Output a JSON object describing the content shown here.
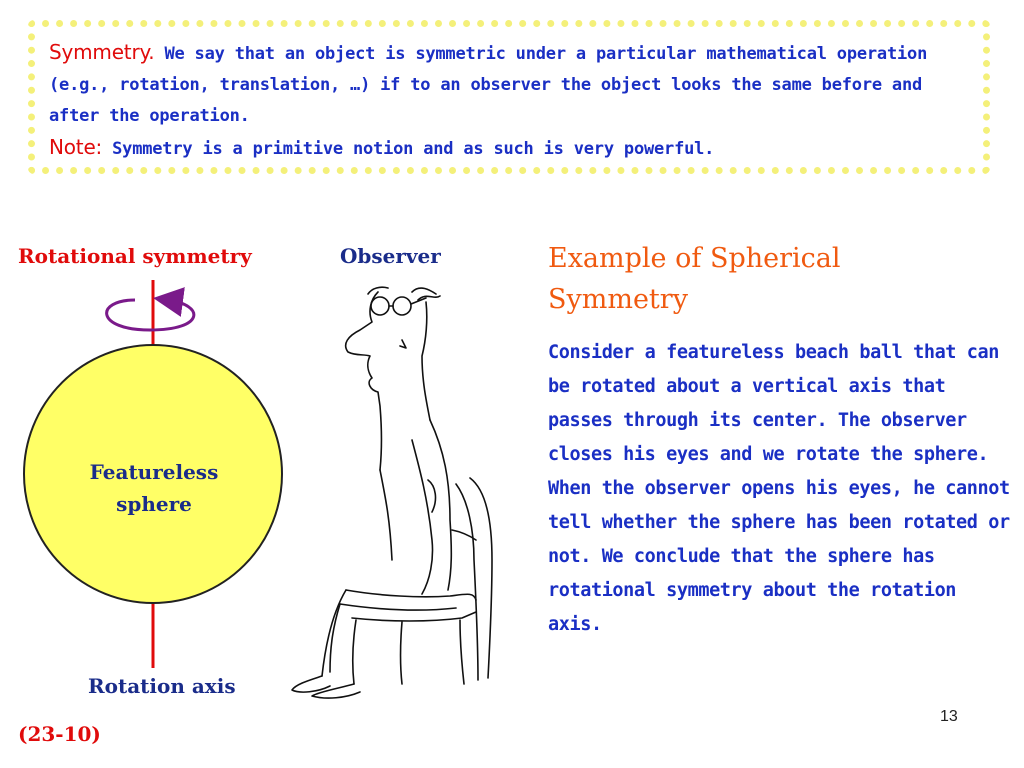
{
  "definition": {
    "term1": "Symmetry.",
    "text1": " We say that an object is symmetric under a particular mathematical operation (e.g., rotation, translation, …) if  to an observer the object looks the same before and after the operation.",
    "term2": "Note:",
    "text2": " Symmetry is a primitive notion and as such is very powerful."
  },
  "diagram": {
    "rotational_label": "Rotational symmetry",
    "observer_label": "Observer",
    "sphere_label_line1": "Featureless",
    "sphere_label_line2": "sphere",
    "axis_label": "Rotation axis",
    "sphere_color": "#ffff66",
    "axis_color": "#e00b0b",
    "arrow_color": "#7a1a8a"
  },
  "example": {
    "title": "Example of Spherical Symmetry",
    "body": "Consider a featureless beach ball that can be rotated about a vertical axis that passes through its center. The observer closes his eyes and we rotate the sphere. When the observer opens his eyes, he cannot tell whether the sphere has been rotated or not.  We conclude that the sphere has rotational symmetry about the rotation axis."
  },
  "footer": {
    "ref": "(23-10)",
    "page_number": "13"
  }
}
